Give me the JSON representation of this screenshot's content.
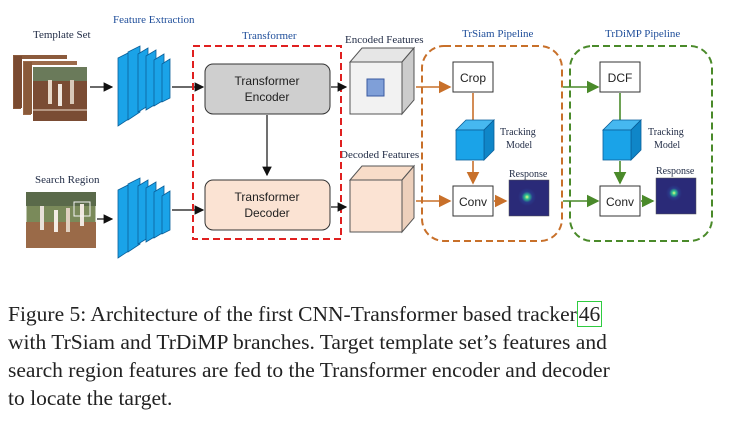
{
  "labels": {
    "template_set": "Template Set",
    "search_region": "Search Region",
    "feature_extraction": "Feature Extraction",
    "transformer": "Transformer",
    "encoded_features": "Encoded Features",
    "decoded_features": "Decoded Features",
    "trsiam_pipeline": "TrSiam Pipeline",
    "trdimp_pipeline": "TrDiMP Pipeline",
    "encoder_line1": "Transformer",
    "encoder_line2": "Encoder",
    "decoder_line1": "Transformer",
    "decoder_line2": "Decoder",
    "crop": "Crop",
    "dcf": "DCF",
    "conv": "Conv",
    "tracking_line1": "Tracking",
    "tracking_line2": "Model",
    "response": "Response"
  },
  "caption": {
    "prefix": "Figure 5: Architecture of the first CNN-Transformer based tracker",
    "ref": "46",
    "rest_line1": "with TrSiam and TrDiMP branches. Target template set’s features and",
    "rest_line2": "search region features are fed to the Transformer encoder and decoder",
    "rest_line3": "to locate the target."
  },
  "colors": {
    "cnn_blue": "#1aa3e8",
    "transformer_border": "#e02020",
    "trsiam_border": "#c8702a",
    "trdimp_border": "#4a8a2a",
    "encoder_fill": "#cfcfcf",
    "decoder_fill": "#fbe3d3"
  }
}
